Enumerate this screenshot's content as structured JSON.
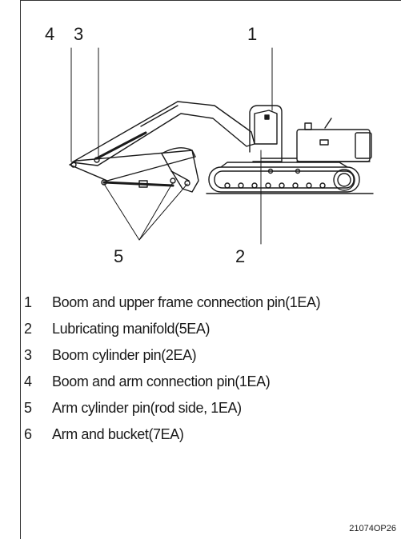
{
  "figure": {
    "callouts": [
      {
        "id": "c1",
        "label": "1"
      },
      {
        "id": "c2",
        "label": "2"
      },
      {
        "id": "c3",
        "label": "3"
      },
      {
        "id": "c4",
        "label": "4"
      },
      {
        "id": "c5",
        "label": "5"
      }
    ]
  },
  "legend": {
    "items": [
      {
        "num": "1",
        "text": "Boom and upper frame connection pin(1EA)"
      },
      {
        "num": "2",
        "text": "Lubricating manifold(5EA)"
      },
      {
        "num": "3",
        "text": "Boom cylinder pin(2EA)"
      },
      {
        "num": "4",
        "text": "Boom and arm connection pin(1EA)"
      },
      {
        "num": "5",
        "text": "Arm cylinder pin(rod side, 1EA)"
      },
      {
        "num": "6",
        "text": "Arm and bucket(7EA)"
      }
    ]
  },
  "figure_code": "21074OP26"
}
